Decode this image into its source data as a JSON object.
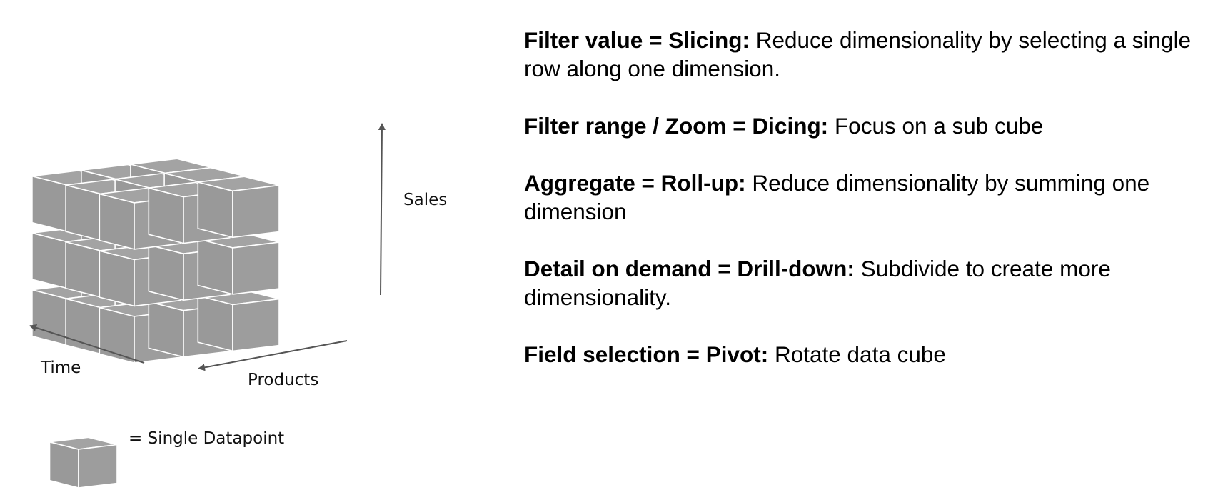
{
  "diagram": {
    "axes": {
      "sales": "Sales",
      "time": "Time",
      "products": "Products"
    },
    "legend": "= Single Datapoint",
    "cube_color": "#9d9d9d"
  },
  "operations": [
    {
      "term": "Filter value = Slicing:",
      "description": " Reduce dimensionality by selecting a single row along one dimension."
    },
    {
      "term": "Filter range / Zoom = Dicing:",
      "description": " Focus on a sub cube"
    },
    {
      "term": "Aggregate = Roll-up:",
      "description": " Reduce dimensionality by summing one dimension"
    },
    {
      "term": "Detail on demand = Drill-down:",
      "description": " Subdivide to create more dimensionality."
    },
    {
      "term": "Field selection = Pivot:",
      "description": " Rotate data cube"
    }
  ]
}
